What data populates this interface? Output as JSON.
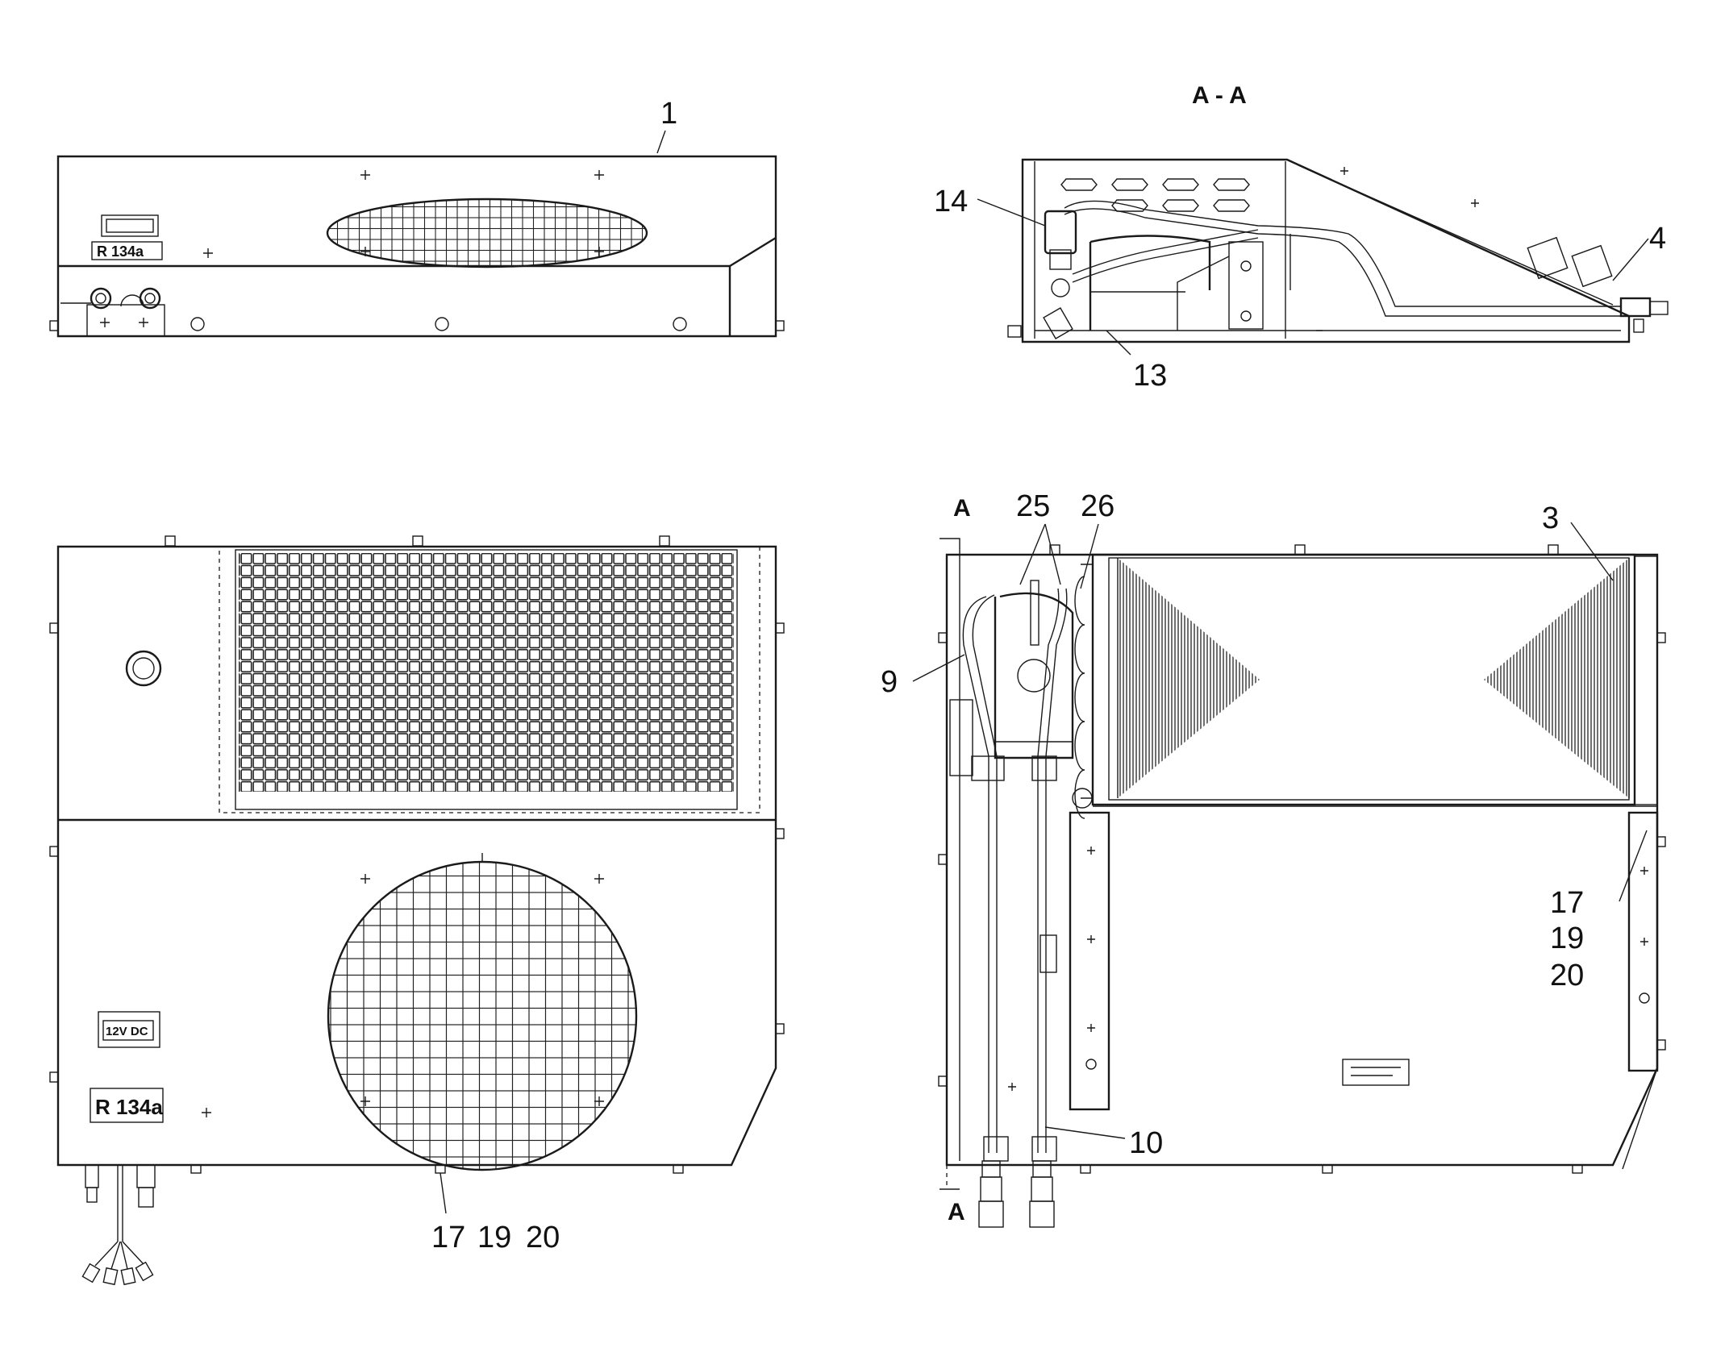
{
  "section_title": "A - A",
  "section_marks": [
    "A",
    "A"
  ],
  "plates": {
    "voltage": "12V DC",
    "refrigerant": "R 134a"
  },
  "callouts": {
    "c1": "1",
    "c3": "3",
    "c4": "4",
    "c9": "9",
    "c10": "10",
    "c13": "13",
    "c14": "14",
    "c25": "25",
    "c26": "26",
    "c17a": "17",
    "c19a": "19",
    "c20a": "20",
    "c17b": "17",
    "c19b": "19",
    "c20b": "20"
  },
  "colors": {
    "line": "#1a1a1a",
    "background": "#ffffff"
  }
}
